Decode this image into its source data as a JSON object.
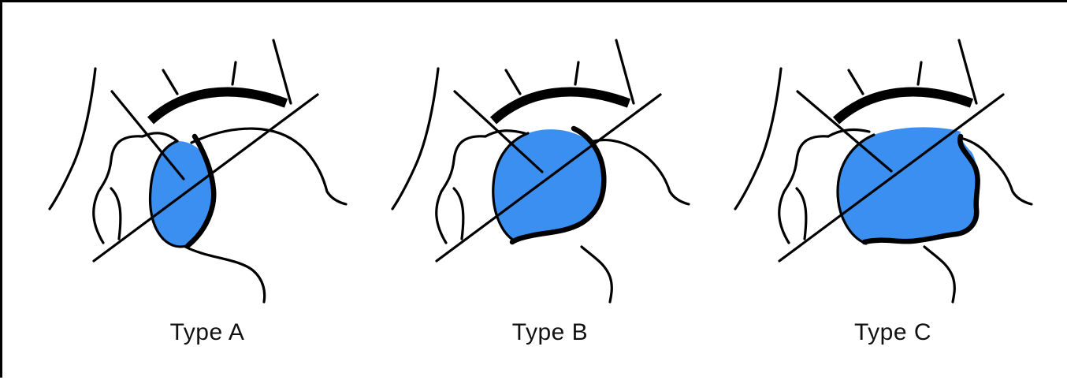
{
  "colors": {
    "fill": "#3a8ff0",
    "line": "#000000",
    "background": "#ffffff"
  },
  "panels": [
    {
      "label": "Type A"
    },
    {
      "label": "Type B"
    },
    {
      "label": "Type C"
    }
  ]
}
